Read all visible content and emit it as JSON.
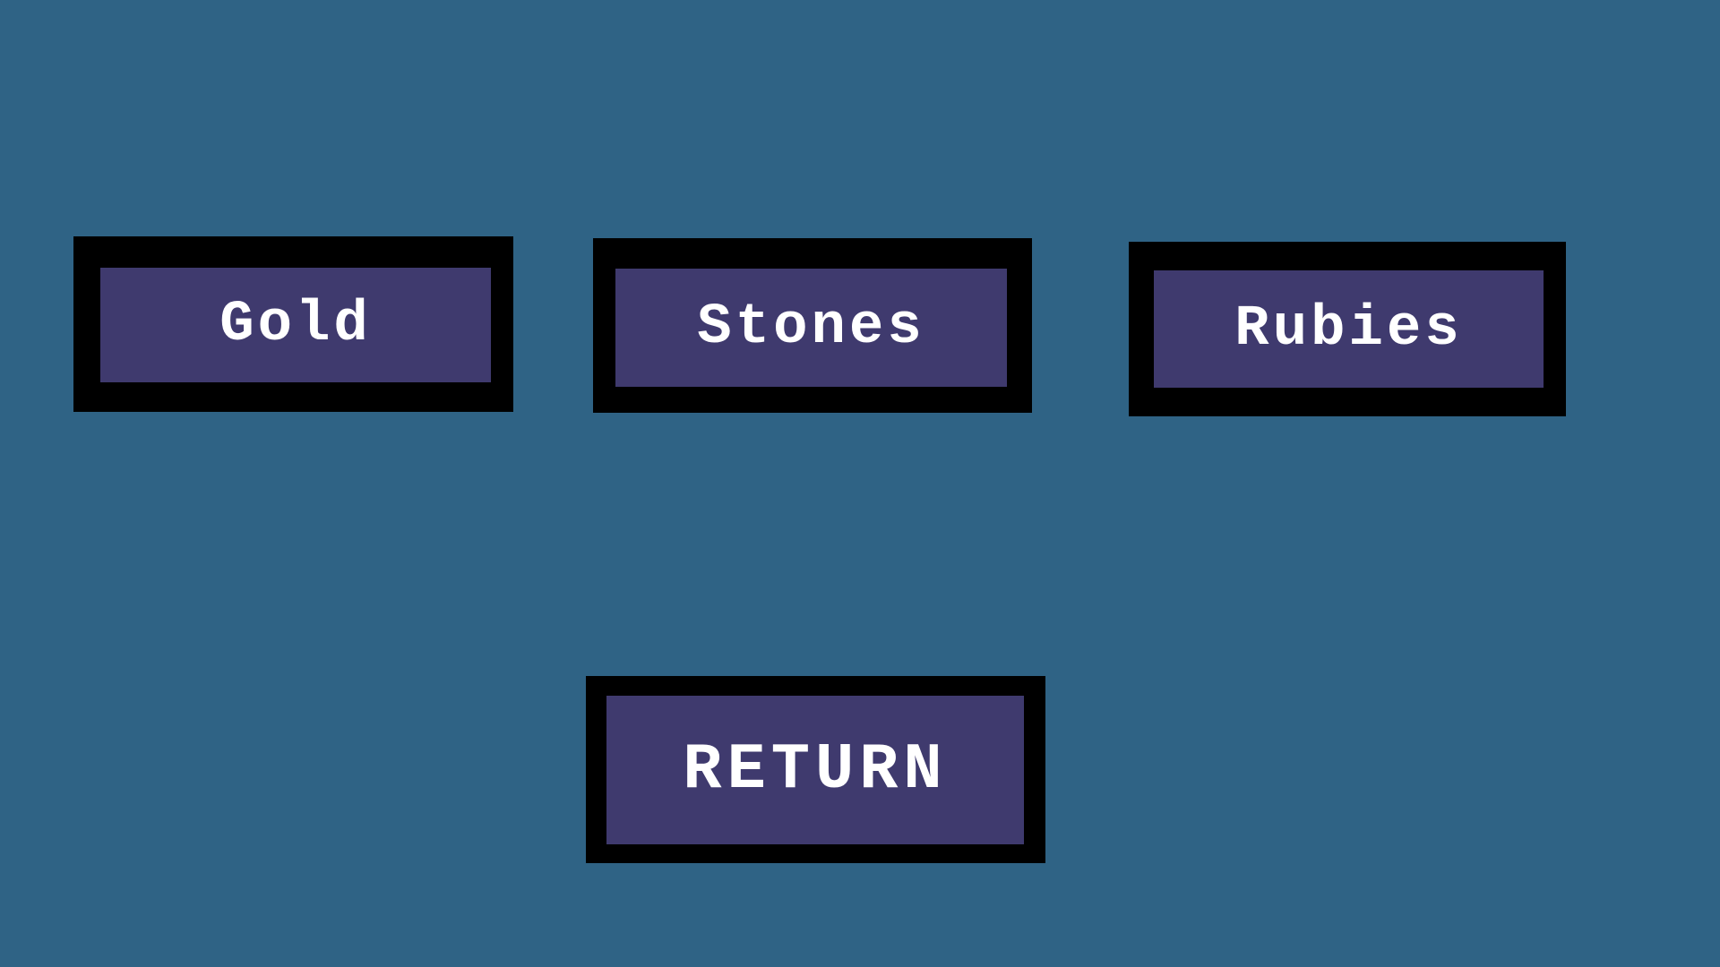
{
  "screen": {
    "name": "treasure-menu"
  },
  "colors": {
    "background": "#2f6385",
    "button_fill": "#3f3a6e",
    "button_border": "#000000",
    "button_text": "#ffffff"
  },
  "buttons": [
    {
      "id": "gold",
      "label": "Gold"
    },
    {
      "id": "stones",
      "label": "Stones"
    },
    {
      "id": "rubies",
      "label": "Rubies"
    },
    {
      "id": "return",
      "label": "RETURN"
    }
  ]
}
